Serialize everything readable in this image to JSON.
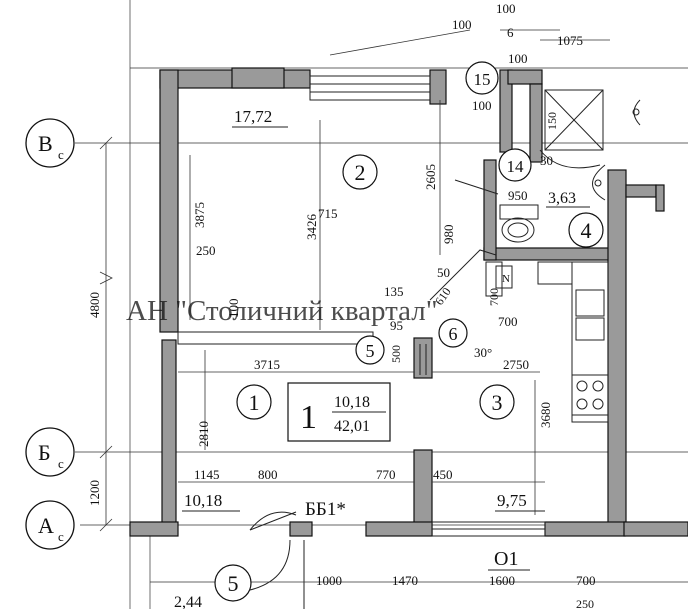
{
  "plan": {
    "axes": {
      "v": {
        "letter": "В",
        "sub": "с"
      },
      "b": {
        "letter": "Б",
        "sub": "с"
      },
      "a": {
        "letter": "А",
        "sub": "с"
      }
    },
    "rooms": {
      "r1": "1",
      "r2": "2",
      "r3": "3",
      "r4": "4",
      "r5": "5",
      "r5b": "5",
      "r6": "6",
      "r14": "14",
      "r15": "15"
    },
    "areas": {
      "room2": "17,72",
      "room1": "10,18",
      "room4": "3,63",
      "room3": "9,75",
      "balcony": "2,44"
    },
    "apartment": {
      "number": "1",
      "living_area": "10,18",
      "total_area": "42,01"
    },
    "marks": {
      "bb1": "ББ1*",
      "o1": "О1",
      "stove_mark": "N",
      "angle": "30°"
    },
    "dims": {
      "d100_a": "100",
      "d100_b": "100",
      "d6": "6",
      "d1075": "1075",
      "d100_c": "100",
      "d100_d": "100",
      "d150": "150",
      "d30": "30",
      "d950": "950",
      "d2605": "2605",
      "d3875": "3875",
      "d3426": "3426",
      "d715": "715",
      "d250": "250",
      "d980": "980",
      "d50": "50",
      "d610": "610",
      "d700_a": "700",
      "d700_b": "700",
      "d135": "135",
      "d95": "95",
      "d4800": "4800",
      "d100_e": "100",
      "d3715": "3715",
      "d500": "500",
      "d2750": "2750",
      "d3680": "3680",
      "d2810": "2810",
      "d1200": "1200",
      "d1145": "1145",
      "d800": "800",
      "d770": "770",
      "d450": "450",
      "d1000": "1000",
      "d1470": "1470",
      "d1600": "1600",
      "d700_c": "700",
      "d250_b": "250"
    },
    "watermark": "АН \"Столичний квартал\""
  }
}
